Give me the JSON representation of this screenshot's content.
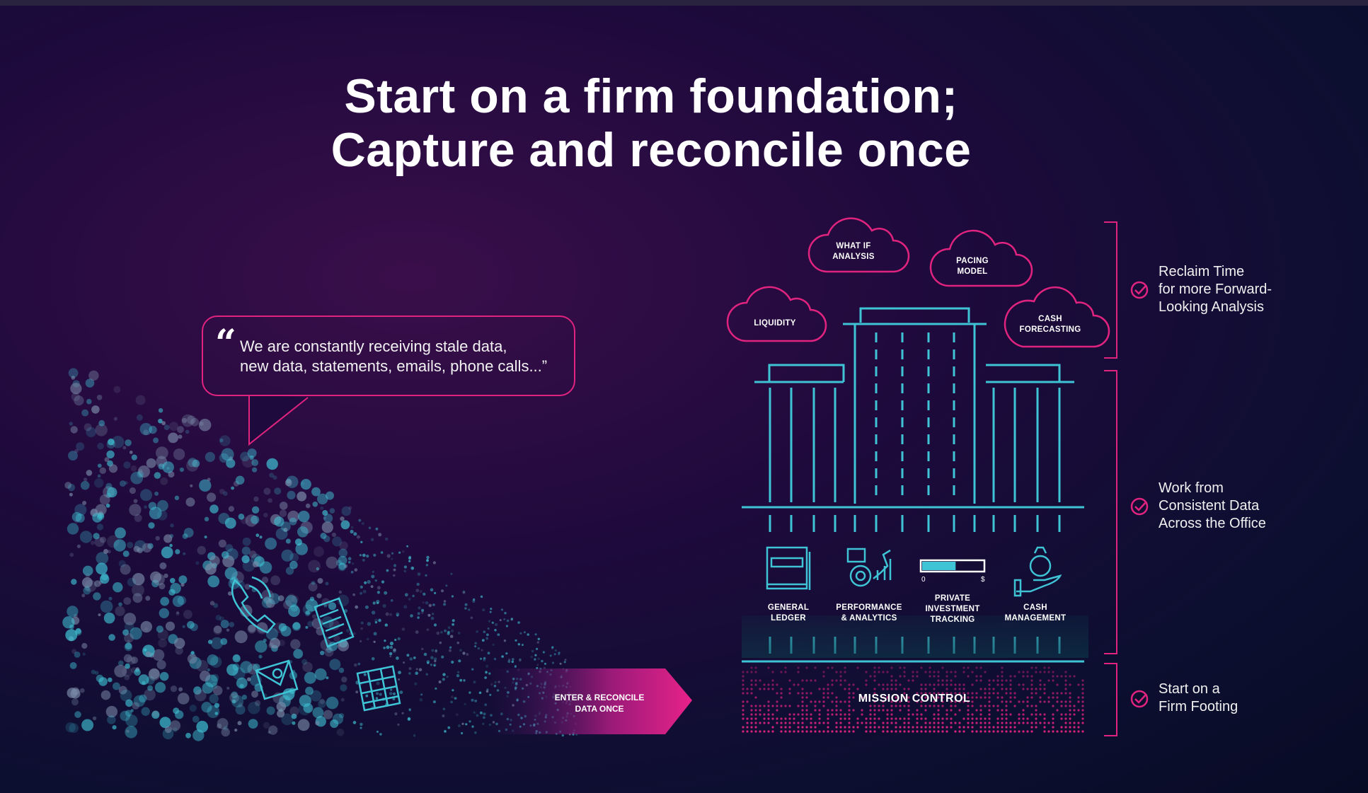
{
  "heading": {
    "line1": "Start on a firm foundation;",
    "line2": "Capture and reconcile once"
  },
  "quote": {
    "mark": "“",
    "line1": "We are constantly receiving stale data,",
    "line2": "new data, statements, emails, phone calls...”"
  },
  "clouds": [
    {
      "line1": "LIQUIDITY",
      "line2": ""
    },
    {
      "line1": "WHAT IF",
      "line2": "ANALYSIS"
    },
    {
      "line1": "PACING",
      "line2": "MODEL"
    },
    {
      "line1": "CASH",
      "line2": "FORECASTING"
    }
  ],
  "modules": [
    {
      "lines": [
        "GENERAL",
        "LEDGER"
      ],
      "icon": "ledger-book-icon"
    },
    {
      "lines": [
        "PERFORMANCE",
        "& ANALYTICS"
      ],
      "icon": "analytics-gear-icon"
    },
    {
      "lines": [
        "PRIVATE",
        "INVESTMENT",
        "TRACKING"
      ],
      "icon": "progress-bar-icon"
    },
    {
      "lines": [
        "CASH",
        "MANAGEMENT"
      ],
      "icon": "money-bag-hand-icon"
    }
  ],
  "progress_scale": {
    "min_label": "0",
    "max_label": "$",
    "level": 0.55
  },
  "arrow": {
    "line1": "ENTER & RECONCILE",
    "line2": "DATA ONCE"
  },
  "foundation_label": "MISSION CONTROL",
  "benefits": [
    {
      "lines": [
        "Reclaim Time",
        "for more Forward-",
        "Looking Analysis"
      ]
    },
    {
      "lines": [
        "Work from",
        "Consistent Data",
        "Across the Office"
      ]
    },
    {
      "lines": [
        "Start on a",
        "Firm Footing"
      ]
    }
  ],
  "colors": {
    "accent_pink": "#e0237f",
    "accent_cyan": "#3fc4d6",
    "background": "#150b33"
  },
  "icons": [
    "phone-icon",
    "document-icon",
    "email-icon",
    "spreadsheet-icon",
    "check-circle-icon"
  ]
}
